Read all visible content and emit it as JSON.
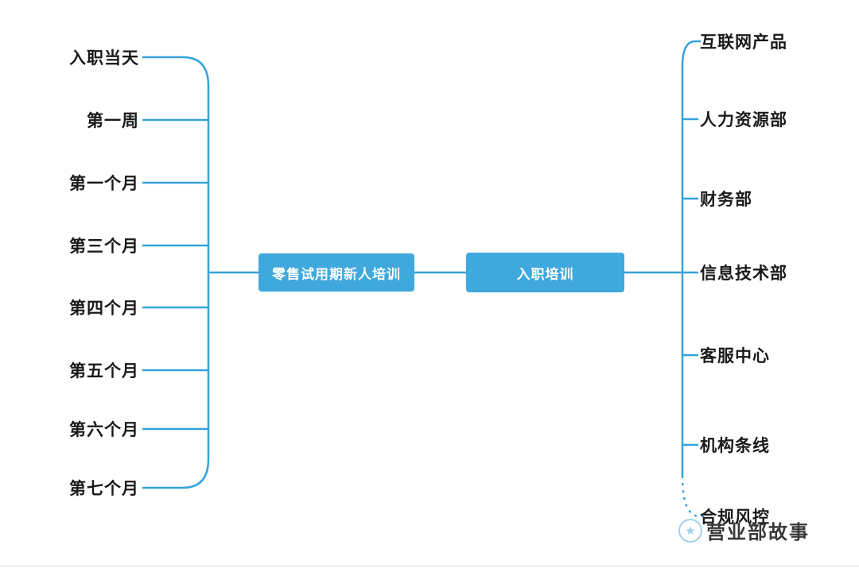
{
  "diagram": {
    "type": "mindmap",
    "root_left": "零售试用期新人培训",
    "root_right": "入职培训",
    "left_branches": [
      "入职当天",
      "第一周",
      "第一个月",
      "第三个月",
      "第四个月",
      "第五个月",
      "第六个月",
      "第七个月"
    ],
    "right_branches": [
      "互联网产品",
      "人力资源部",
      "财务部",
      "信息技术部",
      "客服中心",
      "机构条线",
      "合规风控"
    ],
    "colors": {
      "line": "#35a3db",
      "node_fill": "#3fa8dc",
      "node_text": "#ffffff",
      "label_text": "#1a1a1a"
    }
  },
  "watermark": {
    "text": "营业部故事",
    "logo": "star-icon",
    "star_glyph": "★"
  }
}
